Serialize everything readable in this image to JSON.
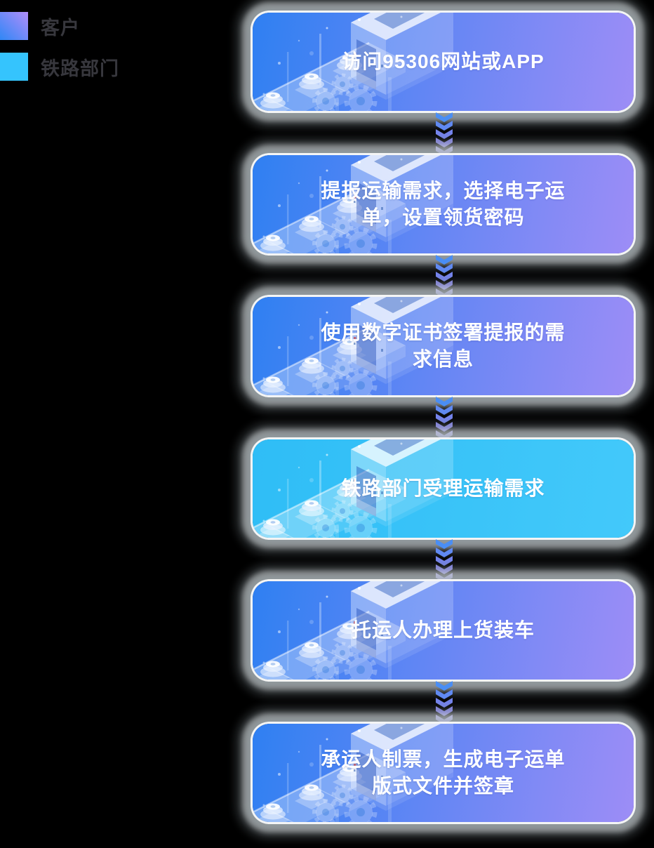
{
  "background_color": "#000000",
  "legend": {
    "items": [
      {
        "label": "客户",
        "swatch_style": "gradient",
        "swatch_colors": [
          "#2f87f6",
          "#b18df9"
        ]
      },
      {
        "label": "铁路部门",
        "swatch_style": "solid",
        "swatch_colors": [
          "#35c4fd"
        ]
      }
    ],
    "text_color": "#37373d"
  },
  "flow": {
    "steps": [
      {
        "index": 1,
        "actor": "客户",
        "text": "访问95306网站或APP"
      },
      {
        "index": 2,
        "actor": "客户",
        "text": "提报运输需求，选择电子运\n单，设置领货密码"
      },
      {
        "index": 3,
        "actor": "客户",
        "text": "使用数字证书签署提报的需\n求信息"
      },
      {
        "index": 4,
        "actor": "铁路部门",
        "text": "铁路部门受理运输需求"
      },
      {
        "index": 5,
        "actor": "客户",
        "text": "托运人办理上货装车"
      },
      {
        "index": 6,
        "actor": "客户",
        "text": "承运人制票，生成电子运单\n版式文件并签章"
      }
    ],
    "step_text_color": "#ffffff",
    "customer_gradient": [
      "#2f80f2",
      "#9d8df6"
    ],
    "railway_fill": [
      "#2fbdf6",
      "#43c9fa"
    ],
    "arrow_chevron_colors": [
      "#4a8ef4",
      "#6089f1",
      "#7584ef",
      "#8a88f1",
      "#9f97f4"
    ],
    "arrow_chevrons_per_gap": 5,
    "arrow_direction": "down"
  }
}
